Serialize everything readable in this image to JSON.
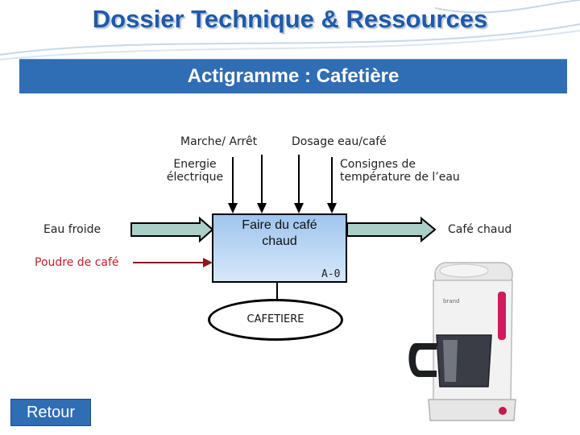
{
  "header": {
    "title": "Dossier Technique & Ressources"
  },
  "banner": {
    "text": "Actigramme : Cafetière"
  },
  "actigram": {
    "function_line1": "Faire du café",
    "function_line2": "chaud",
    "code": "A-0",
    "support": "CAFETIERE",
    "controls": {
      "on_off": "Marche/ Arrêt",
      "dosage": "Dosage eau/café",
      "energy_line1": "Energie",
      "energy_line2": "électrique",
      "temp_line1": "Consignes de",
      "temp_line2": "température de l’eau"
    },
    "inputs": {
      "water": "Eau froide",
      "powder": "Poudre de café"
    },
    "output": "Café chaud"
  },
  "nav": {
    "back_label": "Retour"
  },
  "colors": {
    "title": "#1f5aa8",
    "banner": "#2f6db4",
    "arrow_fill": "#a9cfc8",
    "powder_arrow": "#8b1a1a",
    "accent_red": "#c0202a"
  }
}
